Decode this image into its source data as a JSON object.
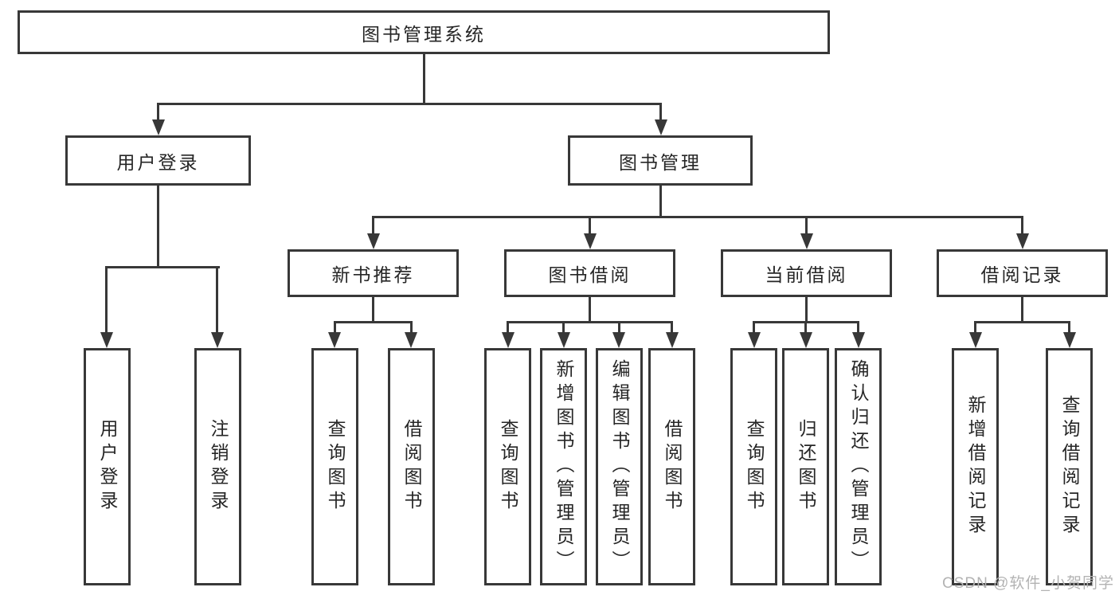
{
  "diagram": {
    "root": {
      "label": "图书管理系统"
    },
    "level2": [
      {
        "label": "用户登录"
      },
      {
        "label": "图书管理"
      }
    ],
    "level3": [
      {
        "label": "新书推荐"
      },
      {
        "label": "图书借阅"
      },
      {
        "label": "当前借阅"
      },
      {
        "label": "借阅记录"
      }
    ],
    "leaves": {
      "userLogin": [
        "用户登录",
        "注销登录"
      ],
      "newBookRecommend": [
        "查询图书",
        "借阅图书"
      ],
      "bookBorrow": [
        "查询图书",
        "新增图书（管理员）",
        "编辑图书（管理员）",
        "借阅图书"
      ],
      "currentBorrow": [
        "查询图书",
        "归还图书",
        "确认归还（管理员）"
      ],
      "borrowRecords": [
        "新增借阅记录",
        "查询借阅记录"
      ]
    },
    "line_color": "#383838"
  },
  "watermark": "CSDN @软件_小贺同学"
}
